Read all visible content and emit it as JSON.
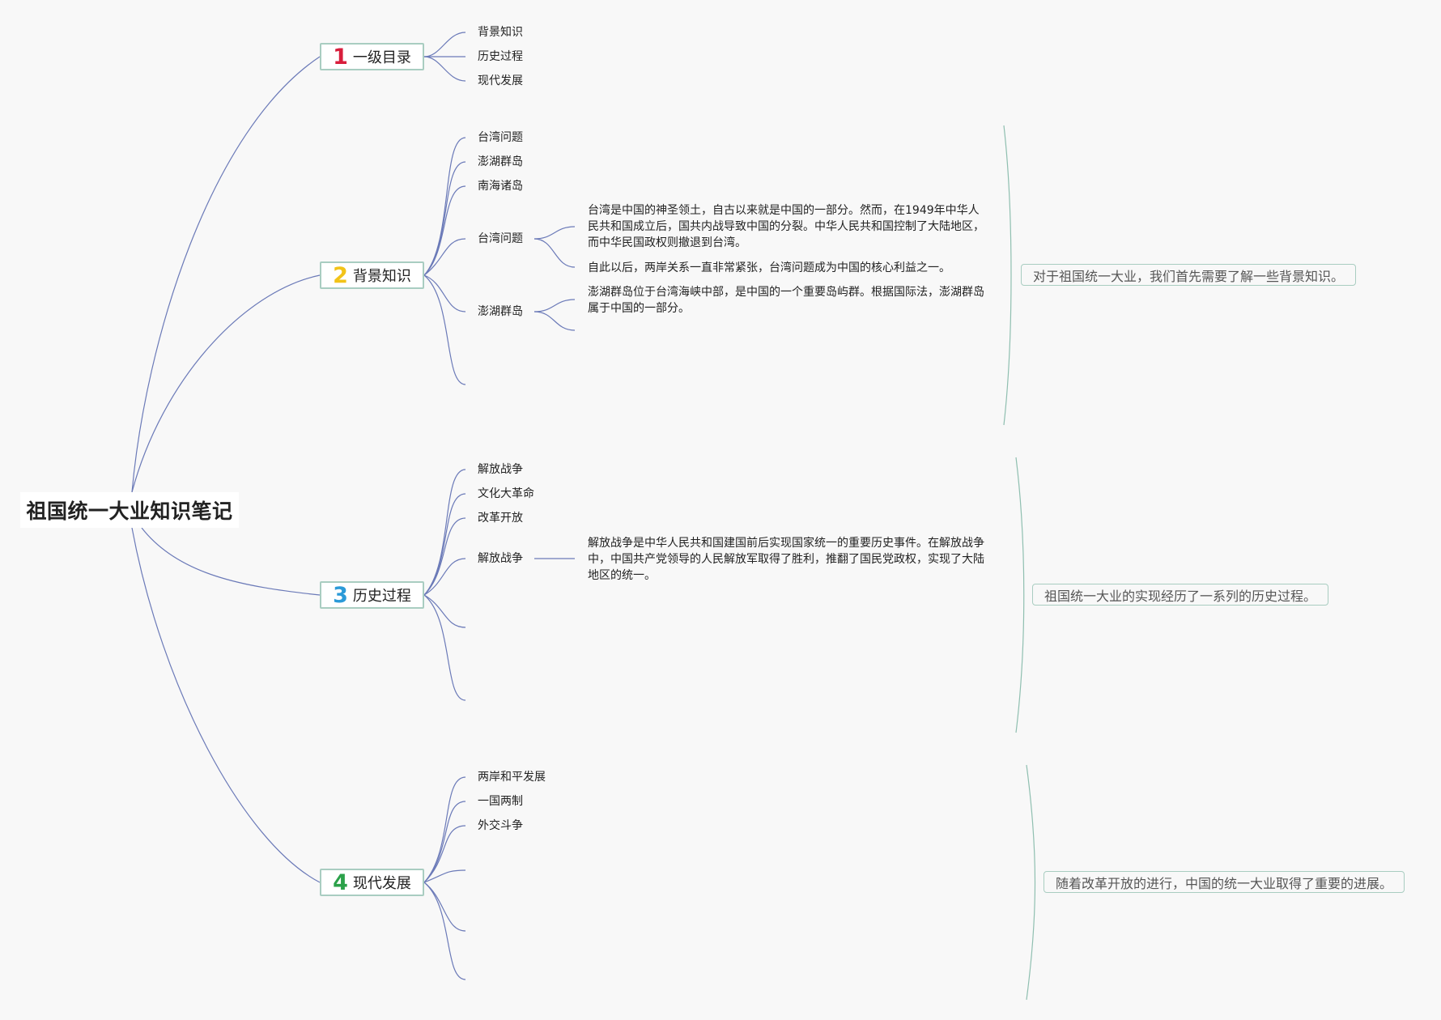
{
  "title": "祖国统一大业知识笔记",
  "colors": {
    "num1": "#d81e3c",
    "num2": "#f2c318",
    "num3": "#2b9ad8",
    "num4": "#2ba14a",
    "branch_line": "#6b7ab8",
    "summary_border": "#a9cdc1"
  },
  "branches": [
    {
      "number": "1",
      "label": "一级目录",
      "items": [
        "背景知识",
        "历史过程",
        "现代发展"
      ]
    },
    {
      "number": "2",
      "label": "背景知识",
      "items": [
        "台湾问题",
        "澎湖群岛",
        "南海诸岛"
      ],
      "details": [
        {
          "label": "台湾问题",
          "texts": [
            "台湾是中国的神圣领土，自古以来就是中国的一部分。然而，在1949年中华人民共和国成立后，国共内战导致中国的分裂。中华人民共和国控制了大陆地区，而中华民国政权则撤退到台湾。",
            "自此以后，两岸关系一直非常紧张，台湾问题成为中国的核心利益之一。"
          ]
        },
        {
          "label": "澎湖群岛",
          "texts": [
            "澎湖群岛位于台湾海峡中部，是中国的一个重要岛屿群。根据国际法，澎湖群岛属于中国的一部分。"
          ]
        }
      ],
      "summary": "对于祖国统一大业，我们首先需要了解一些背景知识。"
    },
    {
      "number": "3",
      "label": "历史过程",
      "items": [
        "解放战争",
        "文化大革命",
        "改革开放"
      ],
      "details": [
        {
          "label": "解放战争",
          "texts": [
            "解放战争是中华人民共和国建国前后实现国家统一的重要历史事件。在解放战争中，中国共产党领导的人民解放军取得了胜利，推翻了国民党政权，实现了大陆地区的统一。"
          ]
        }
      ],
      "summary": "祖国统一大业的实现经历了一系列的历史过程。"
    },
    {
      "number": "4",
      "label": "现代发展",
      "items": [
        "两岸和平发展",
        "一国两制",
        "外交斗争"
      ],
      "summary": "随着改革开放的进行，中国的统一大业取得了重要的进展。"
    }
  ]
}
